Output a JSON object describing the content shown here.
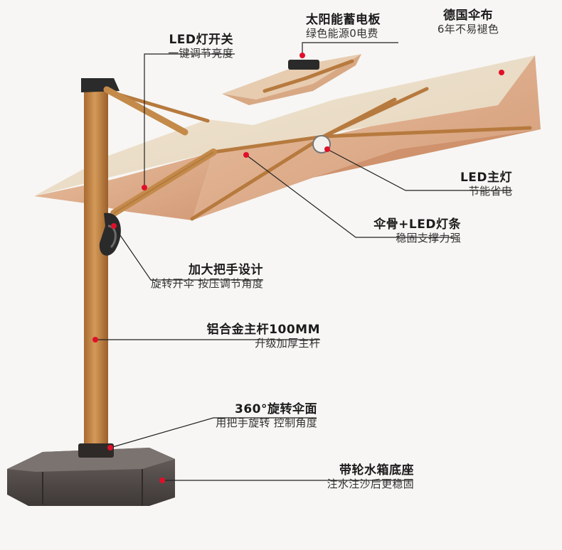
{
  "callouts": {
    "led_switch": {
      "title": "LED灯开关",
      "desc": "一键调节亮度"
    },
    "solar_panel": {
      "title": "太阳能蓄电板",
      "desc": "绿色能源0电费"
    },
    "fabric": {
      "title": "德国伞布",
      "desc": "6年不易褪色"
    },
    "led_main": {
      "title": "LED主灯",
      "desc": "节能省电"
    },
    "ribs_led": {
      "title": "伞骨+LED灯条",
      "desc": "稳固支撑力强"
    },
    "handle": {
      "title": "加大把手设计",
      "desc": "旋转开伞 按压调节角度"
    },
    "pole": {
      "title": "铝合金主杆100MM",
      "desc": "升级加厚主杆"
    },
    "rotation": {
      "title": "360°旋转伞面",
      "desc": "用把手旋转 控制角度"
    },
    "base": {
      "title": "带轮水箱底座",
      "desc": "注水注沙后更稳固"
    }
  },
  "colors": {
    "canopy": "#e9dcc4",
    "canopy_under": "#dca988",
    "wood": "#c48a4a",
    "marker": "#e0102a",
    "base": "#5a5350"
  }
}
